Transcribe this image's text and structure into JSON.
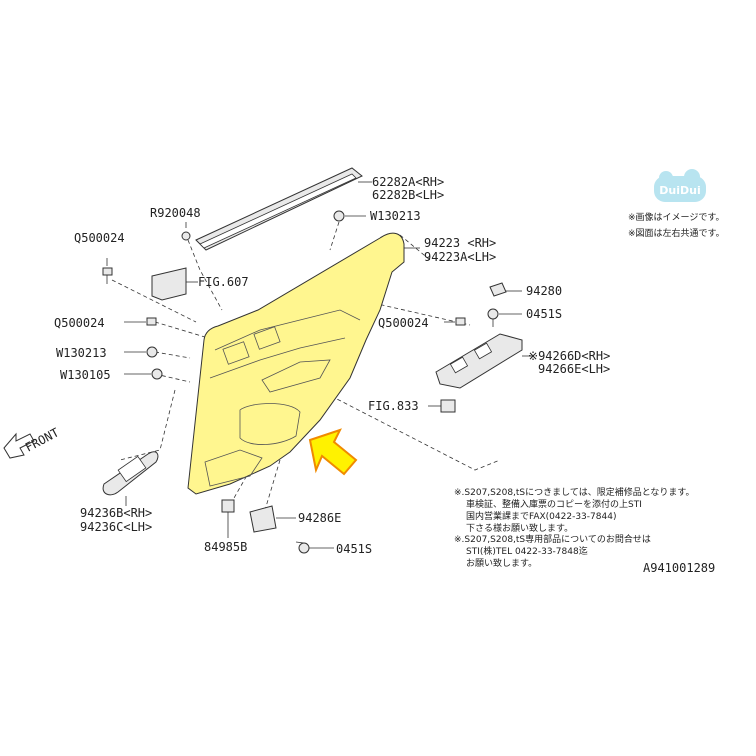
{
  "labels": {
    "p62282a": "62282A<RH>",
    "p62282b": "62282B<LH>",
    "r920048": "R920048",
    "w130213a": "W130213",
    "q500024a": "Q500024",
    "p94223": "94223 <RH>",
    "p94223a": "94223A<LH>",
    "fig607": "FIG.607",
    "q500024b": "Q500024",
    "w130213b": "W130213",
    "w130105": "W130105",
    "p94280": "94280",
    "p0451s_a": "0451S",
    "q500024c": "Q500024",
    "p94266d": "94266D<RH>",
    "p94266e": "94266E<LH>",
    "fig833": "FIG.833",
    "front": "FRONT",
    "p94236b": "94236B<RH>",
    "p94236c": "94236C<LH>",
    "p94286e": "94286E",
    "p84985b": "84985B",
    "p0451s_b": "0451S",
    "code": "A941001289"
  },
  "logo": {
    "text": "DuiDui"
  },
  "top_notes": [
    "※画像はイメージです。",
    "※図面は左右共通です。"
  ],
  "bottom_notes": [
    "※.S207,S208,tSにつきましては、限定補修品となります。",
    "車検証、整備入庫票のコピーを添付の上STI",
    "国内営業課までFAX(0422-33-7844)",
    "下さる様お願い致します。",
    "※.S207,S208,tS専用部品についてのお問合せは",
    "STI(株)TEL 0422-33-7848迄",
    "お願い致します。"
  ],
  "colors": {
    "panel_fill": "#fff68f",
    "arrow_fill": "#fff200",
    "arrow_stroke": "#f08a00",
    "logo_fill": "#b8e4f0"
  },
  "icons": [
    "front-arrow-icon",
    "highlight-arrow-icon",
    "clip-icon",
    "screw-icon"
  ]
}
